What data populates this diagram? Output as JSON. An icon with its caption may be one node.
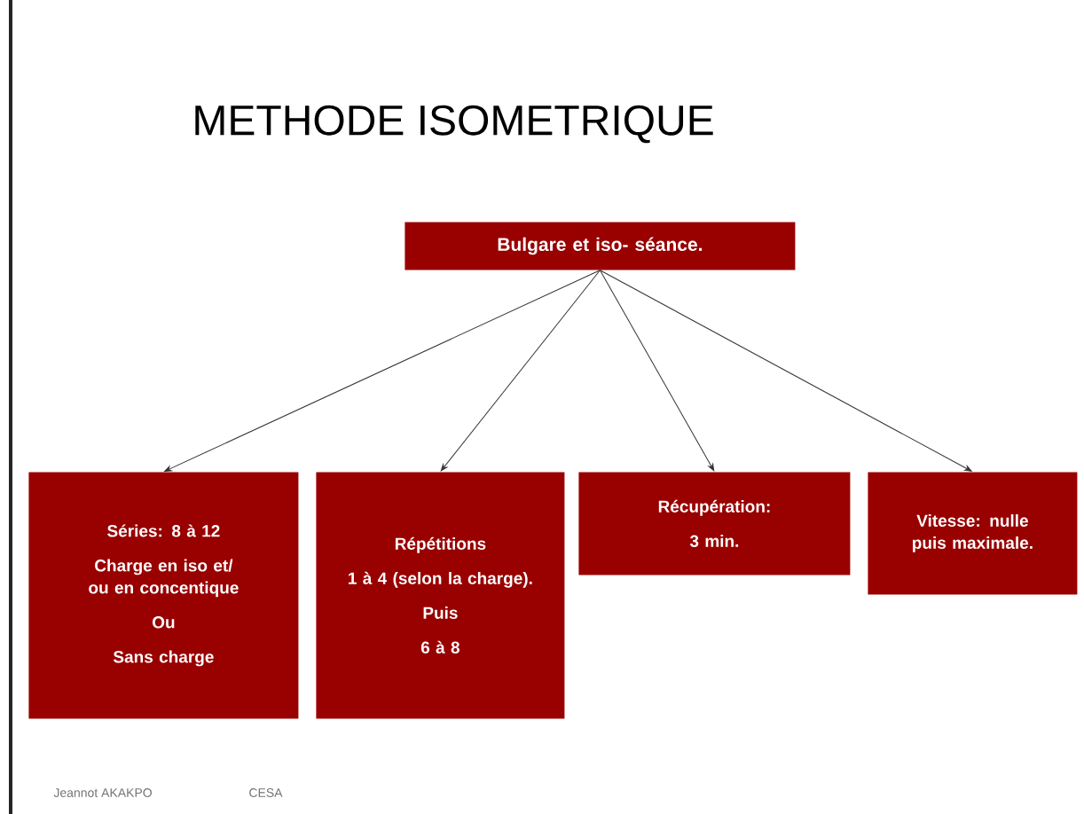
{
  "diagram": {
    "title": "METHODE ISOMETRIQUE",
    "nodes": [
      {
        "text": [
          "Bulgare et iso- séance."
        ]
      },
      {
        "text": [
          "Séries: 8 à 12",
          "Charge en iso et/ ou en concentique",
          "Ou",
          "Sans charge"
        ]
      },
      {
        "text": [
          "Répétitions",
          "1 à 4 (selon la charge).",
          "Puis",
          "6 à 8"
        ]
      },
      {
        "text": [
          "Récupération:",
          "3 min."
        ]
      },
      {
        "text": [
          "Vitesse: nulle puis maximale."
        ]
      }
    ],
    "edges": [
      {
        "from": 0,
        "to": 1,
        "arrow": "to"
      },
      {
        "from": 0,
        "to": 2,
        "arrow": "to"
      },
      {
        "from": 0,
        "to": 3,
        "arrow": "to"
      },
      {
        "from": 0,
        "to": 4,
        "arrow": "to"
      }
    ],
    "labels": [
      "Jeannot AKAKPO",
      "CESA"
    ]
  }
}
